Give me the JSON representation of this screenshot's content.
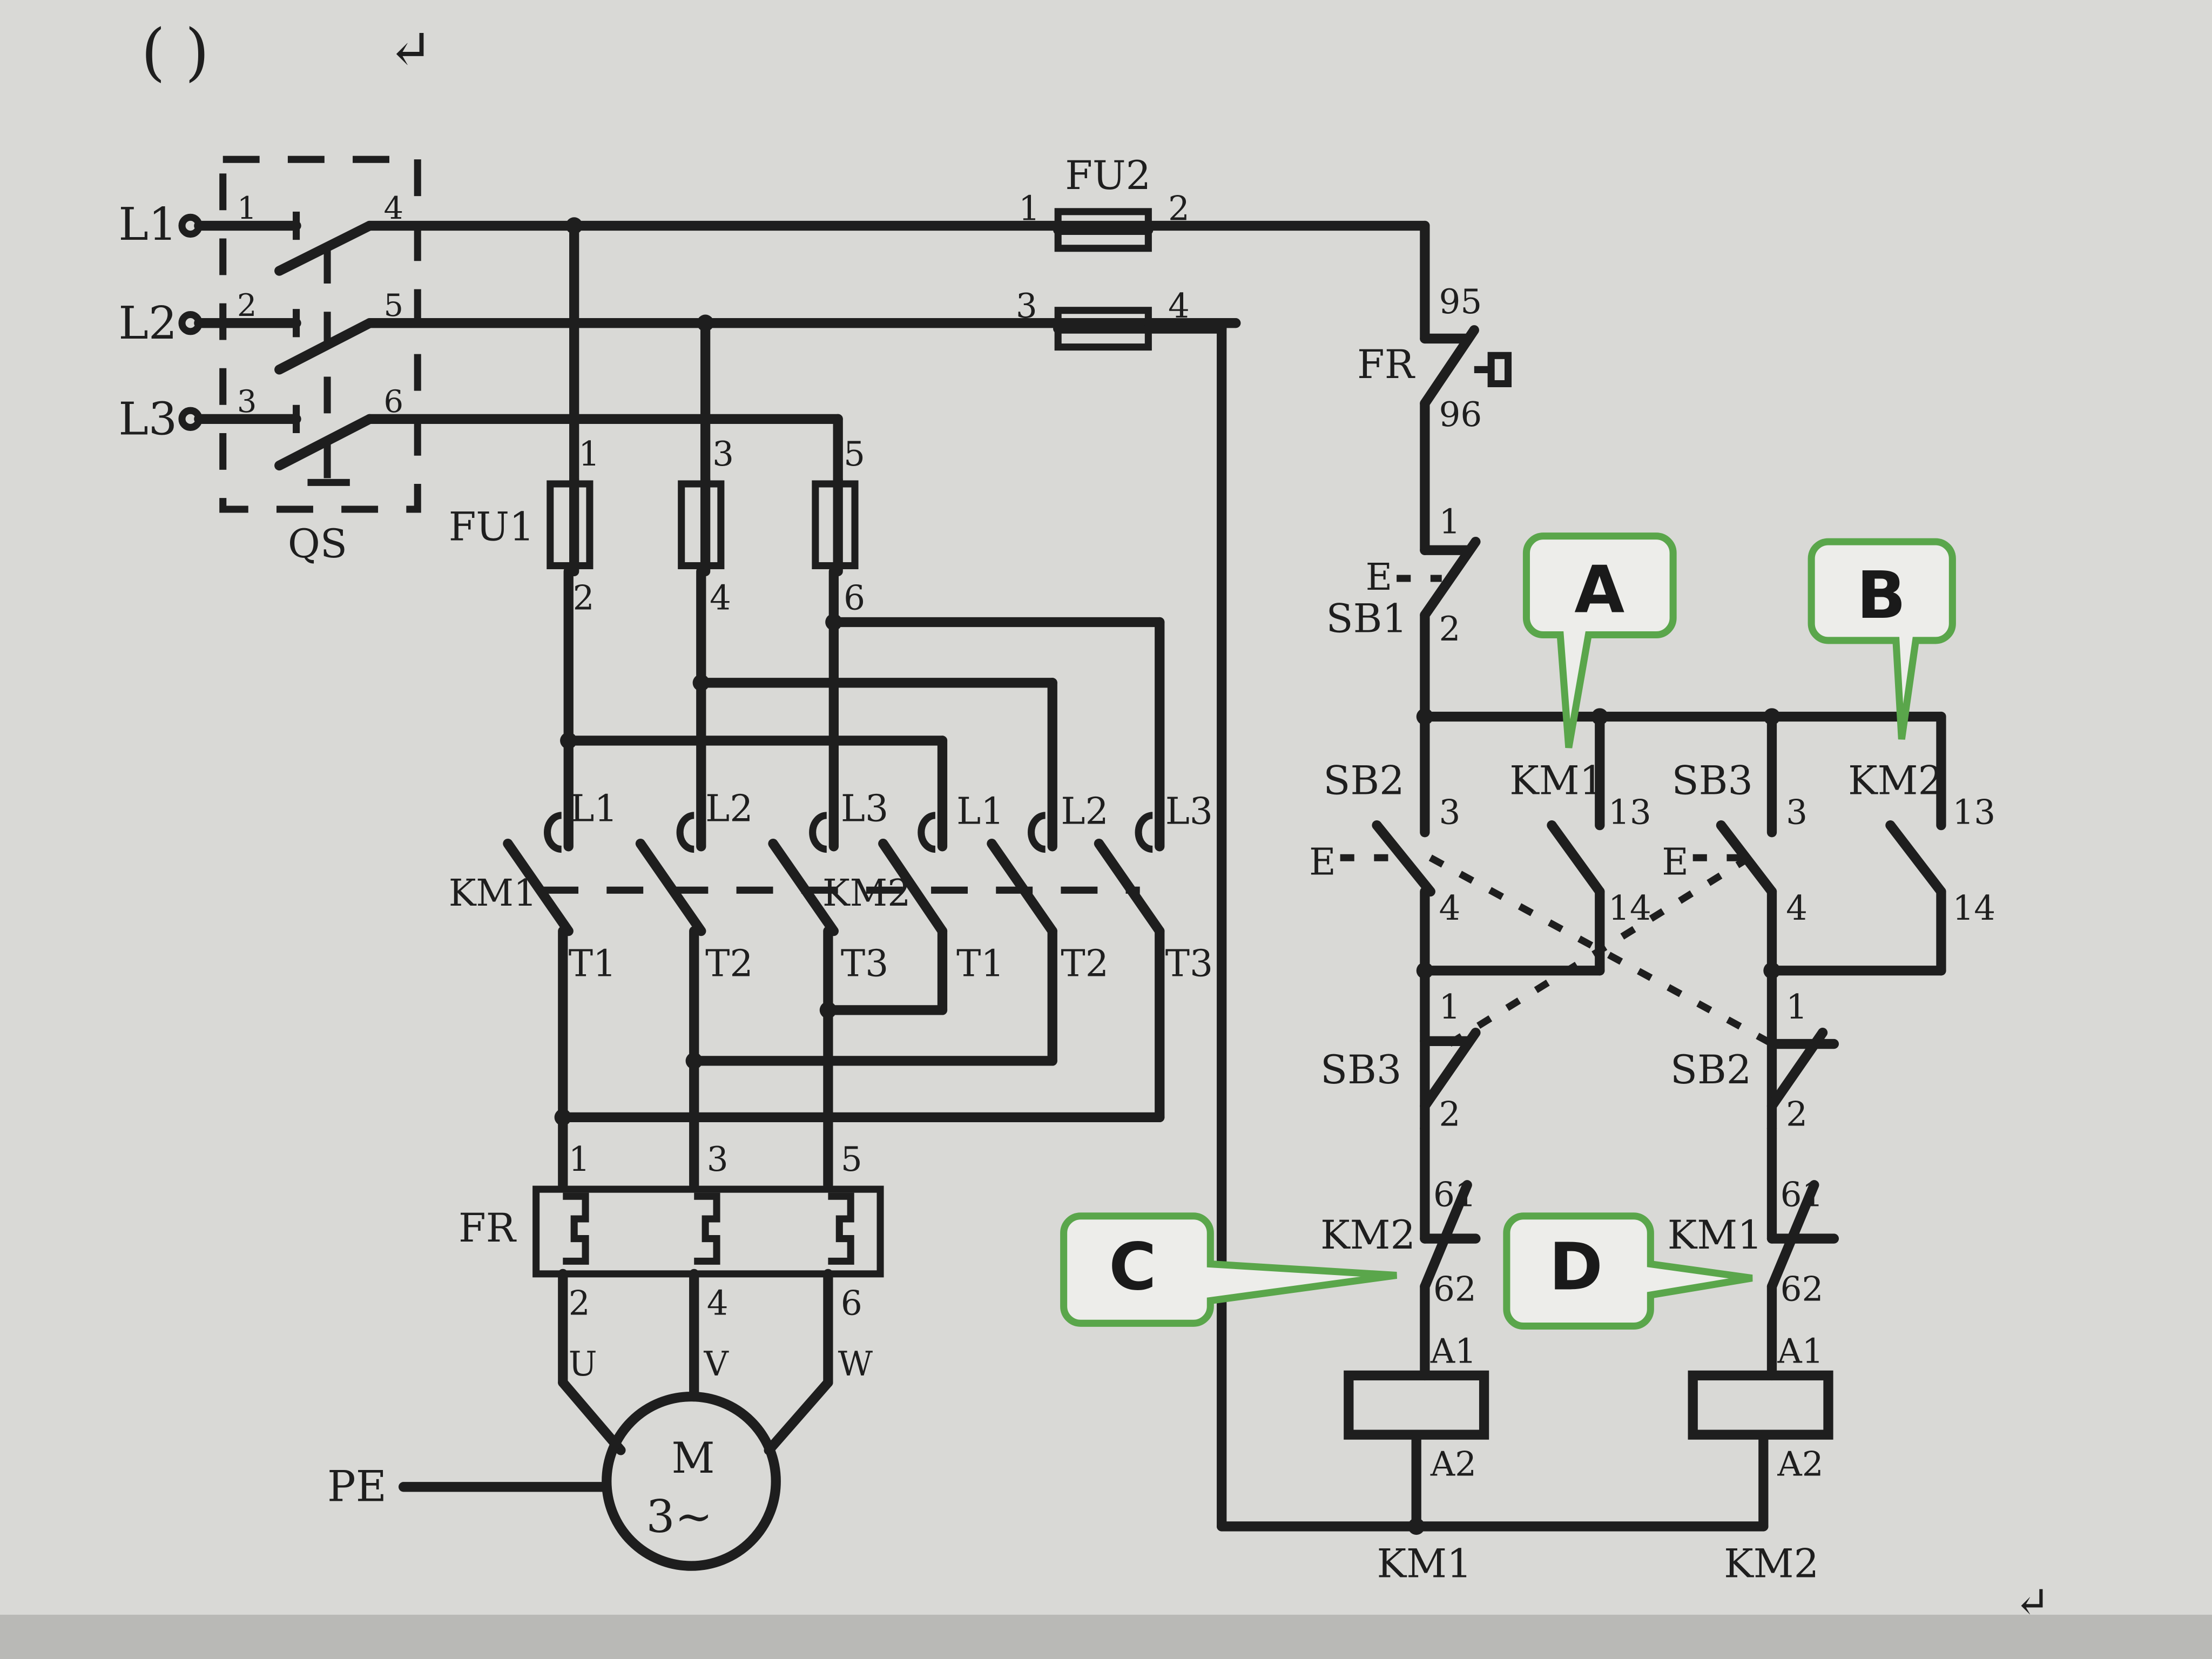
{
  "question_header": {
    "blank": "(       )",
    "return_mark": "↵"
  },
  "end_return_mark": "↵",
  "callouts": [
    {
      "letter": "A"
    },
    {
      "letter": "B"
    },
    {
      "letter": "C"
    },
    {
      "letter": "D"
    }
  ],
  "main_circuit": {
    "phases": [
      "L1",
      "L2",
      "L3"
    ],
    "qs": {
      "name": "QS",
      "pins_in": [
        "1",
        "2",
        "3"
      ],
      "pins_out": [
        "4",
        "5",
        "6"
      ]
    },
    "fu1": {
      "name": "FU1",
      "top": [
        "1",
        "3",
        "5"
      ],
      "bottom": [
        "2",
        "4",
        "6"
      ]
    },
    "contact_labels_in": [
      "L1",
      "L2",
      "L3",
      "L1",
      "L2",
      "L3"
    ],
    "contact_labels_out": [
      "T1",
      "T2",
      "T3",
      "T1",
      "T2",
      "T3"
    ],
    "km1": "KM1",
    "km2": "KM2",
    "fr": {
      "name": "FR",
      "top": [
        "1",
        "3",
        "5"
      ],
      "bottom": [
        "2",
        "4",
        "6"
      ]
    },
    "motor_terms": [
      "U",
      "V",
      "W"
    ],
    "motor": {
      "line1": "M",
      "line2": "3~"
    },
    "pe": "PE"
  },
  "control_circuit": {
    "fu2": {
      "name": "FU2",
      "pins": [
        "1",
        "2",
        "3",
        "4"
      ]
    },
    "fr_contact": {
      "name": "FR",
      "top": "95",
      "bottom": "96"
    },
    "sb1": {
      "name": "SB1",
      "pin1": "1",
      "pin2": "2",
      "e": "E"
    },
    "sb2_no": {
      "name": "SB2",
      "pin3": "3",
      "pin4": "4",
      "e": "E"
    },
    "km1_no": {
      "name": "KM1",
      "pin13": "13",
      "pin14": "14"
    },
    "sb3_no": {
      "name": "SB3",
      "pin3": "3",
      "pin4": "4",
      "e": "E"
    },
    "km2_no": {
      "name": "KM2",
      "pin13": "13",
      "pin14": "14"
    },
    "sb3_nc": {
      "name": "SB3",
      "pin1": "1",
      "pin2": "2"
    },
    "sb2_nc": {
      "name": "SB2",
      "pin1": "1",
      "pin2": "2"
    },
    "km2_nc": {
      "name": "KM2",
      "pin61": "61",
      "pin62": "62"
    },
    "km1_nc": {
      "name": "KM1",
      "pin61": "61",
      "pin62": "62"
    },
    "coil_left": {
      "a1": "A1",
      "a2": "A2",
      "name": "KM1"
    },
    "coil_right": {
      "a1": "A1",
      "a2": "A2",
      "name": "KM2"
    }
  }
}
